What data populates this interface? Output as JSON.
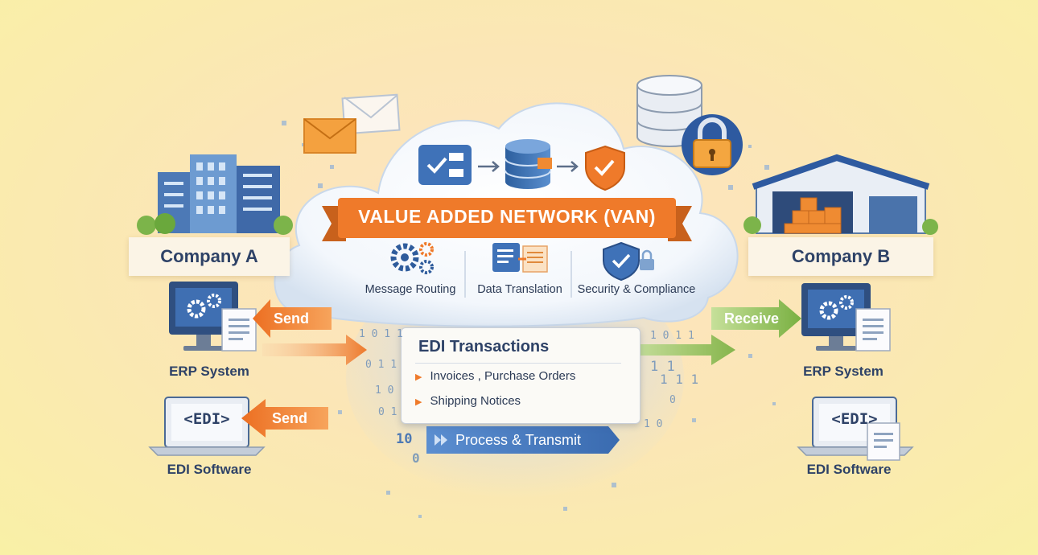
{
  "diagram": {
    "title": "VALUE ADDED NETWORK (VAN)",
    "left_party": {
      "name": "Company A",
      "erp_label": "ERP System",
      "edi_label": "EDI Software",
      "edi_screen_text": "<EDI>",
      "send_label_1": "Send",
      "send_label_2": "Send"
    },
    "right_party": {
      "name": "Company B",
      "erp_label": "ERP System",
      "edi_label": "EDI Software",
      "edi_screen_text": "<EDI>",
      "receive_label": "Receive"
    },
    "features": [
      {
        "label": "Message Routing",
        "icon": "gears-icon"
      },
      {
        "label": "Data Translation",
        "icon": "document-translate-icon"
      },
      {
        "label": "Security & Compliance",
        "icon": "shield-lock-icon"
      }
    ],
    "transactions": {
      "title": "EDI Transactions",
      "items": [
        "Invoices , Purchase Orders",
        "Shipping Notices"
      ]
    },
    "process_label": "Process & Transmit",
    "process_prefix": "10",
    "binary": [
      "1 0 1 1",
      "0 1 1",
      "1 0",
      "0 1",
      "1 1",
      "0",
      "1 0 1 1",
      "1 1 1",
      "0",
      "1 0"
    ],
    "colors": {
      "accent_orange": "#ef7a2a",
      "accent_green": "#7fb547",
      "navy": "#2e4267",
      "blue": "#3f72b8"
    }
  }
}
